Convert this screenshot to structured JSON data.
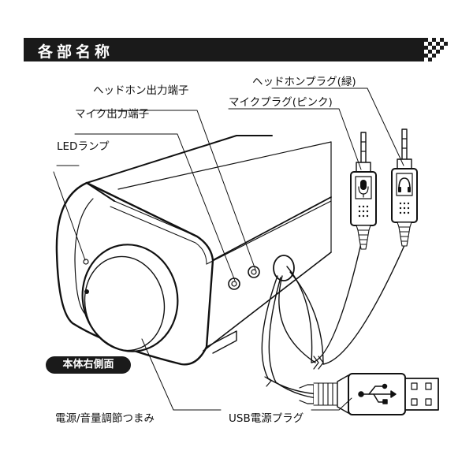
{
  "header": {
    "title": "各部名称"
  },
  "labels": {
    "headphone_output": "ヘッドホン出力端子",
    "mic_output": "マイク出力端子",
    "led": "LEDランプ",
    "headphone_plug": "ヘッドホンプラグ(緑)",
    "mic_plug": "マイクプラグ(ピンク)",
    "body_side": "本体右側面",
    "power_volume": "電源/音量調節つまみ",
    "usb_plug": "USB電源プラグ"
  },
  "icons": [
    "microphone-icon",
    "headphone-icon",
    "usb-icon",
    "checkered-flag-icon"
  ]
}
